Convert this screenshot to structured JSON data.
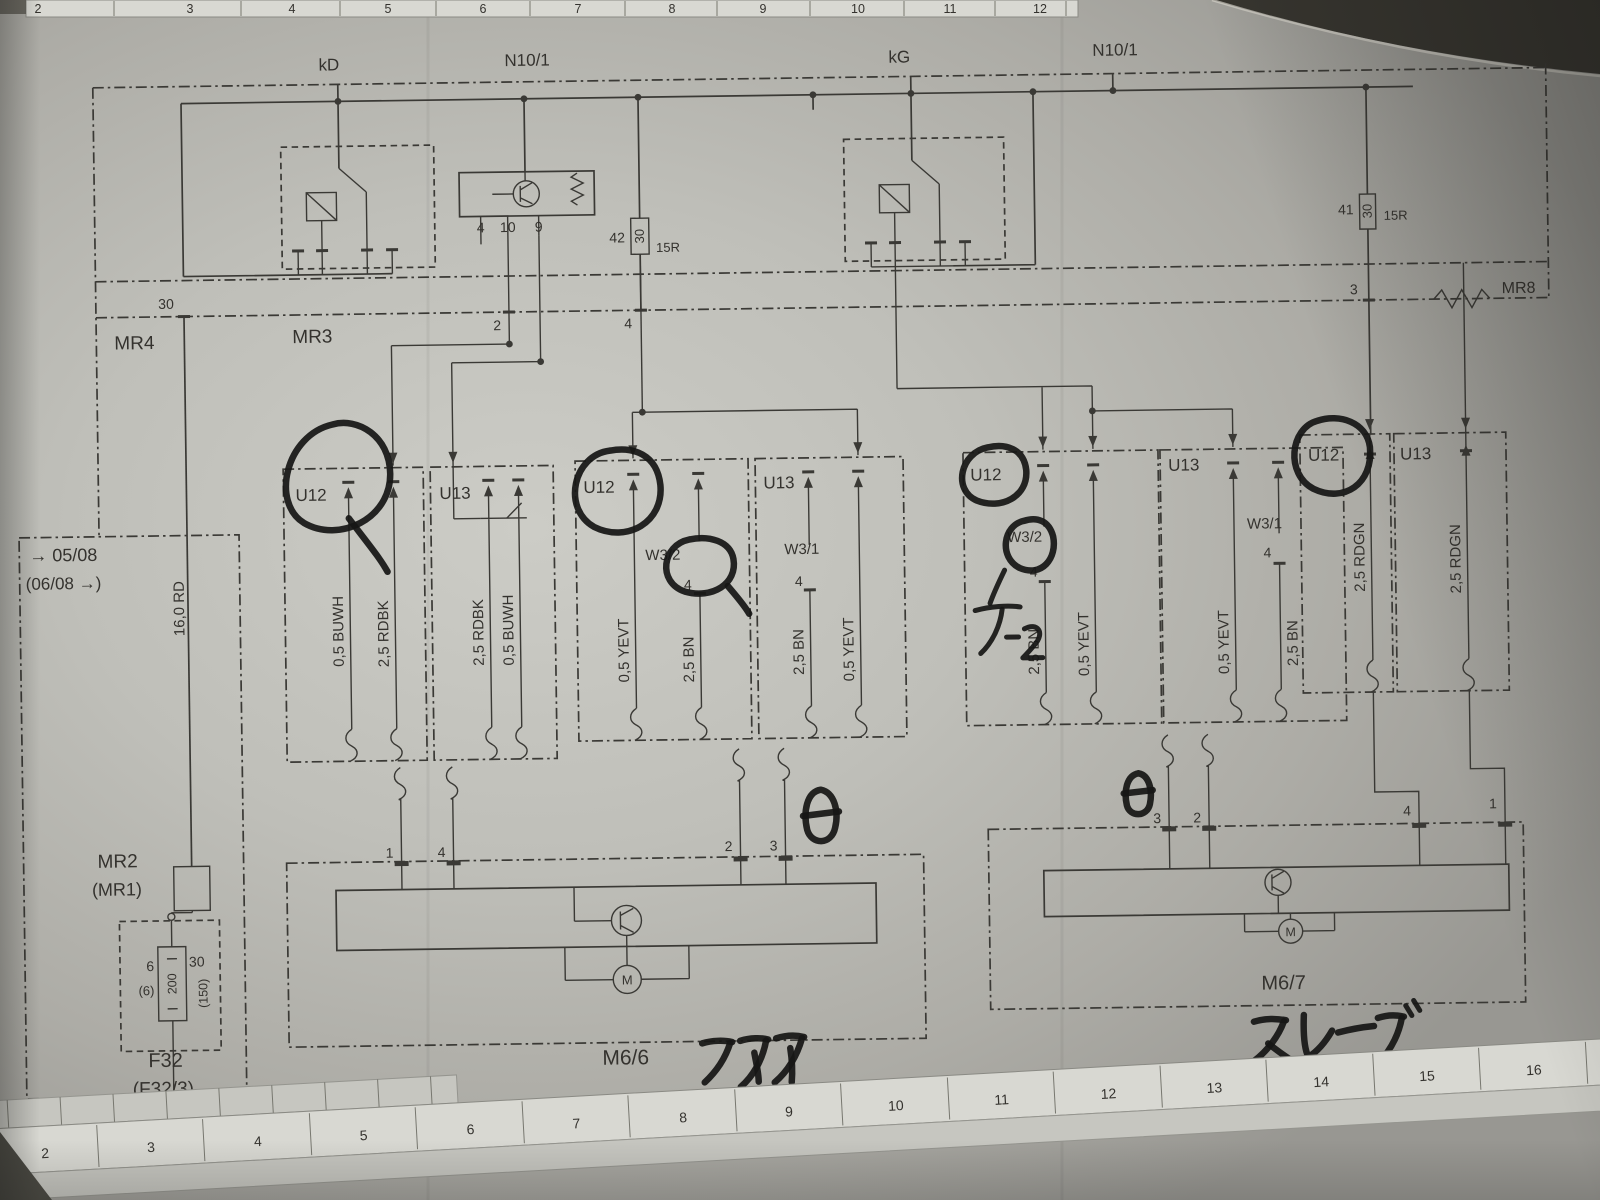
{
  "top_ruler": {
    "numbers": [
      "2",
      "3",
      "4",
      "5",
      "6",
      "7",
      "8",
      "9",
      "10",
      "11",
      "12"
    ]
  },
  "bottom_ruler": {
    "numbers": [
      "2",
      "3",
      "4",
      "5",
      "6",
      "7",
      "8",
      "9",
      "10",
      "11",
      "12",
      "13",
      "14",
      "15",
      "16"
    ]
  },
  "header": {
    "kd": "kD",
    "n10_left": "N10/1",
    "kg": "kG",
    "n10_right": "N10/1"
  },
  "band": {
    "mr4": "MR4",
    "mr3": "MR3",
    "mr8": "MR8",
    "pin_30": "30",
    "pin_2": "2",
    "pin_4": "4",
    "pin_3": "3"
  },
  "components": {
    "fuse_left": {
      "pin": "42",
      "value": "30",
      "rating": "15R"
    },
    "fuse_right": {
      "pin": "41",
      "value": "30",
      "rating": "15R"
    },
    "driver_pins": {
      "p4": "4",
      "p10": "10",
      "p9": "9"
    }
  },
  "left_branch": {
    "validity_1": "→ 05/08",
    "validity_2": "(06/08 →)",
    "wire": "16,0 RD",
    "mr2": "MR2",
    "mr1": "(MR1)",
    "fuse": {
      "name": "F32",
      "alt": "(F32/3)",
      "pin_left": "6",
      "pin_left_alt": "(6)",
      "pin_right": "30",
      "pin_right_alt": "(150)",
      "value": "200"
    }
  },
  "connectors": {
    "b1": {
      "label": "U12",
      "wire1": "0,5 BUWH",
      "wire2": "2,5 RDBK"
    },
    "b2": {
      "label": "U13",
      "wire1": "2,5 RDBK",
      "wire2": "0,5 BUWH"
    },
    "b3": {
      "label": "U12",
      "wire1": "0,5 YEVT",
      "wire2": "2,5 BN",
      "sub": "W3/2",
      "sub_pin": "4"
    },
    "b4": {
      "label": "U13",
      "wire1": "2,5 BN",
      "wire2": "0,5 YEVT",
      "sub": "W3/1",
      "sub_pin": "4"
    },
    "b5": {
      "label": "U12",
      "wire1": "2,5 BN",
      "wire2": "0,5 YEVT",
      "sub": "W3/2",
      "sub_pin": "4"
    },
    "b6": {
      "label": "U13",
      "wire1": "0,5 YEVT",
      "wire2": "2,5 BN",
      "sub": "W3/1",
      "sub_pin": "4"
    },
    "b7": {
      "label": "U12",
      "wire1": "2,5 RDGN"
    },
    "b8": {
      "label": "U13",
      "wire1": "2,5 RDGN"
    }
  },
  "motors": {
    "m66": {
      "label": "M6/6",
      "letter": "M",
      "pin1": "1",
      "pin2": "4",
      "pin3": "2",
      "pin4": "3"
    },
    "m67": {
      "label": "M6/7",
      "letter": "M",
      "pin1": "3",
      "pin2": "2",
      "pin3": "4",
      "pin4": "1"
    }
  },
  "handwriting": {
    "note_mid": "ア-2",
    "note_m66": "マスタ",
    "note_m67": "スレーブ",
    "circled": [
      "U12",
      "U12",
      "W3/2",
      "U12",
      "W3/2",
      "U12"
    ]
  },
  "colors": {
    "paper": "#bfbfba",
    "ink": "#3a3935",
    "marker": "#171715"
  }
}
